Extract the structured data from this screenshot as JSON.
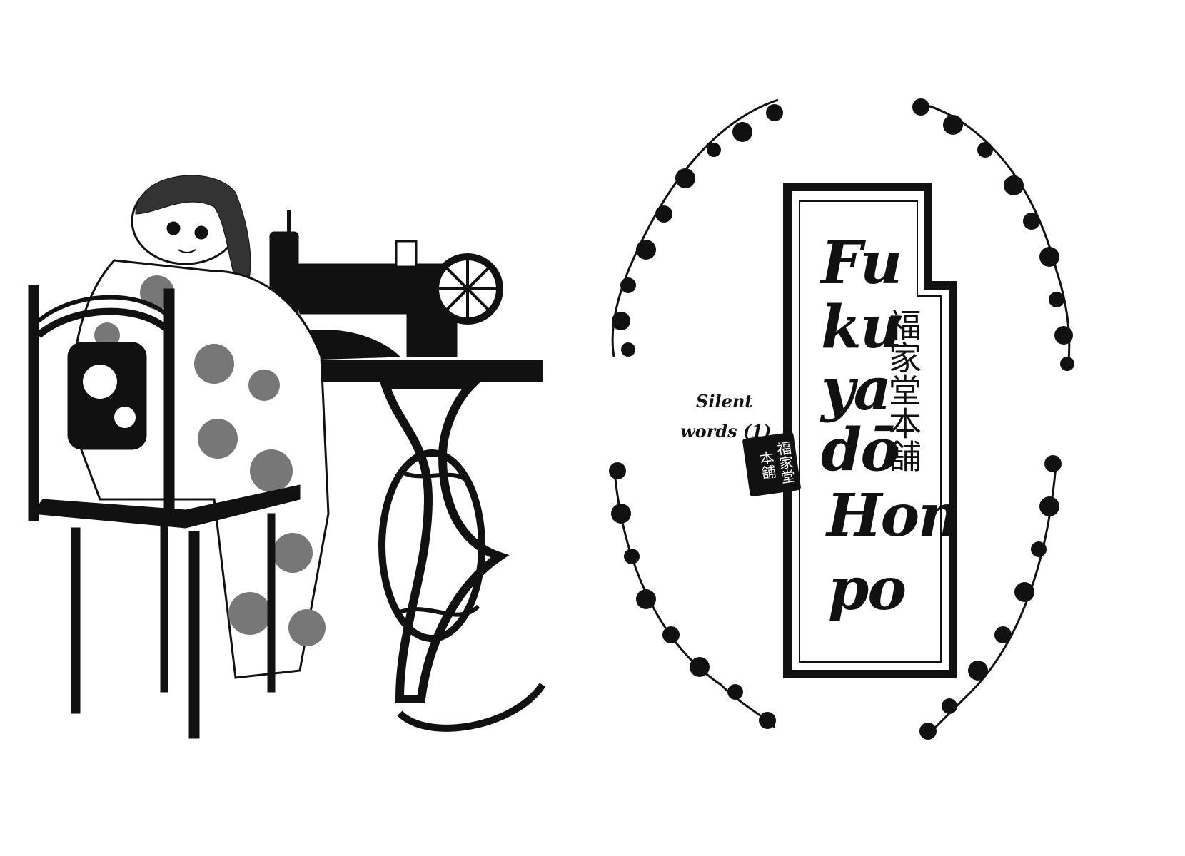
{
  "title": {
    "syllables": [
      "Fu",
      "ku",
      "ya",
      "dō",
      "Hon",
      "po"
    ],
    "kanji": "福家堂本舗"
  },
  "subtitle": {
    "line1": "Silent",
    "line2": "words (1)"
  },
  "seal": {
    "text": "福家堂本舗"
  },
  "colors": {
    "ink": "#111111",
    "paper": "#ffffff"
  }
}
